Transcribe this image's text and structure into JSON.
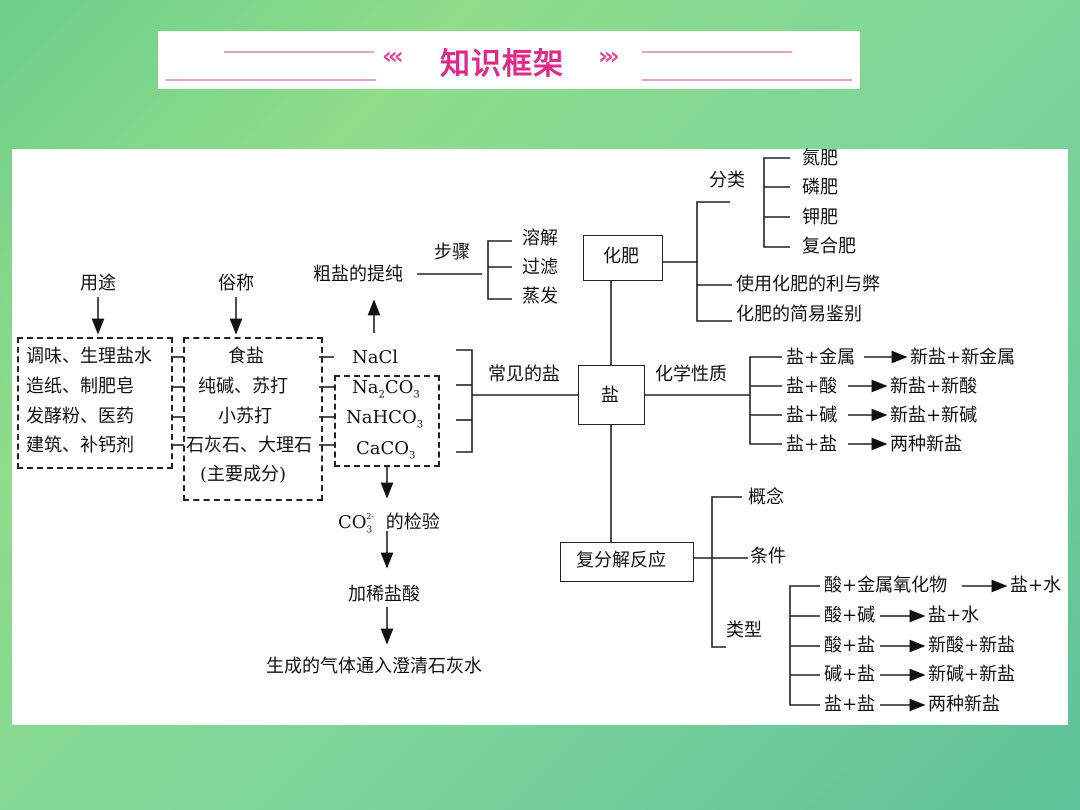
{
  "title": "知识框架",
  "title_chevrons_left": "‹‹‹",
  "title_chevrons_right": "›››",
  "usage": {
    "header": "用途",
    "items": [
      "调味、生理盐水",
      "造纸、制肥皂",
      "发酵粉、医药",
      "建筑、补钙剂"
    ]
  },
  "common_name": {
    "header": "俗称",
    "items": [
      "食盐",
      "纯碱、苏打",
      "小苏打",
      "石灰石、大理石",
      "(主要成分)"
    ]
  },
  "salts": {
    "nacl": "NaCl",
    "na2co3": "Na2CO3",
    "nahco3": "NaHCO3",
    "caco3": "CaCO3"
  },
  "crude_salt": {
    "label": "粗盐的提纯",
    "steps_label": "步骤",
    "steps": [
      "溶解",
      "过滤",
      "蒸发"
    ]
  },
  "common_salt_label": "常见的盐",
  "center": "盐",
  "fertilizer": {
    "label": "化肥",
    "classify_label": "分类",
    "types": [
      "氮肥",
      "磷肥",
      "钾肥",
      "复合肥"
    ],
    "pros_cons": "使用化肥的利与弊",
    "identification": "化肥的简易鉴别"
  },
  "chemical_properties": {
    "label": "化学性质",
    "reactions": [
      {
        "reactants": "盐+金属",
        "products": "新盐+新金属"
      },
      {
        "reactants": "盐+酸",
        "products": "新盐+新酸"
      },
      {
        "reactants": "盐+碱",
        "products": "新盐+新碱"
      },
      {
        "reactants": "盐+盐",
        "products": "两种新盐"
      }
    ]
  },
  "carbonate_test": {
    "title_suffix": "的检验",
    "step1": "加稀盐酸",
    "step2": "生成的气体通入澄清石灰水"
  },
  "double_decomposition": {
    "label": "复分解反应",
    "concept": "概念",
    "condition": "条件",
    "types_label": "类型",
    "types": [
      {
        "reactants": "酸+金属氧化物",
        "products": "盐+水"
      },
      {
        "reactants": "酸+碱",
        "products": "盐+水"
      },
      {
        "reactants": "酸+盐",
        "products": "新酸+新盐"
      },
      {
        "reactants": "碱+盐",
        "products": "新碱+新盐"
      },
      {
        "reactants": "盐+盐",
        "products": "两种新盐"
      }
    ]
  }
}
